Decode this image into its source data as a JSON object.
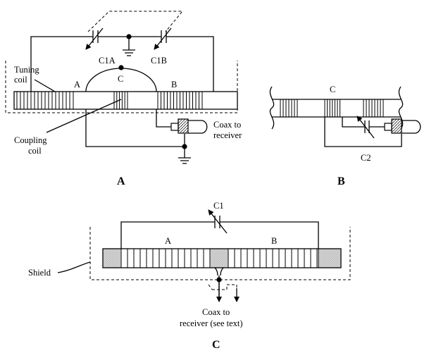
{
  "figure_a": {
    "caption": "A",
    "labels": {
      "c1a": "C1A",
      "c1b": "C1B",
      "tuning_coil_line1": "Tuning",
      "tuning_coil_line2": "coil",
      "point_a": "A",
      "point_b": "B",
      "point_c": "C",
      "coupling_coil_line1": "Coupling",
      "coupling_coil_line2": "coil",
      "coax_line1": "Coax to",
      "coax_line2": "receiver"
    }
  },
  "figure_b": {
    "caption": "B",
    "labels": {
      "point_c": "C",
      "c2": "C2"
    }
  },
  "figure_c": {
    "caption": "C",
    "labels": {
      "c1": "C1",
      "point_a": "A",
      "point_b": "B",
      "shield": "Shield",
      "coax_line1": "Coax to",
      "coax_line2": "receiver (see text)"
    }
  }
}
